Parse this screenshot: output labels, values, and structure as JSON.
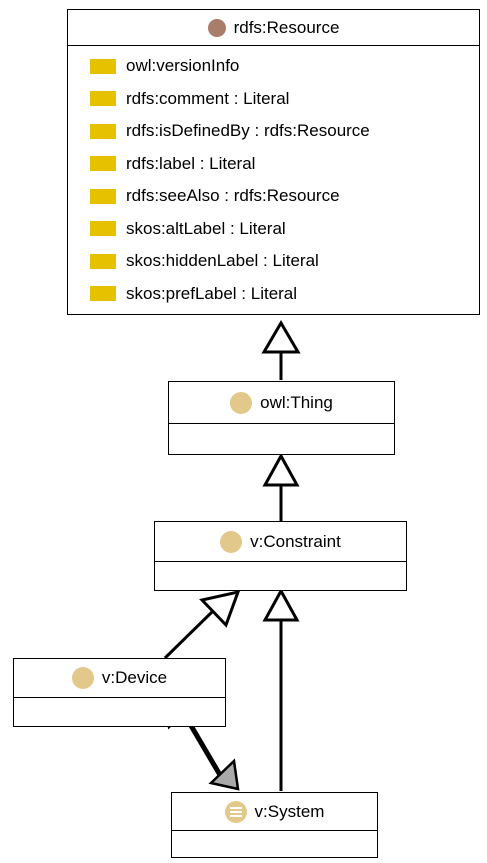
{
  "colors": {
    "resource_dot": "#a87e6a",
    "class_dot": "#e2c88a",
    "attribute_swatch": "#e5c100",
    "arrow_fill_hollow": "#ffffff",
    "arrow_fill_gray": "#a9a9a9"
  },
  "classes": {
    "resource": {
      "label": "rdfs:Resource",
      "icon": "circle-icon",
      "attributes": [
        "owl:versionInfo",
        "rdfs:comment : Literal",
        "rdfs:isDefinedBy : rdfs:Resource",
        "rdfs:label : Literal",
        "rdfs:seeAlso : rdfs:Resource",
        "skos:altLabel : Literal",
        "skos:hiddenLabel : Literal",
        "skos:prefLabel : Literal"
      ]
    },
    "thing": {
      "label": "owl:Thing",
      "icon": "circle-icon"
    },
    "constraint": {
      "label": "v:Constraint",
      "icon": "circle-icon"
    },
    "device": {
      "label": "v:Device",
      "icon": "circle-icon"
    },
    "system": {
      "label": "v:System",
      "icon": "equivalent-class-icon"
    }
  },
  "relations": [
    {
      "from": "owl:Thing",
      "to": "rdfs:Resource",
      "kind": "subclass"
    },
    {
      "from": "v:Constraint",
      "to": "owl:Thing",
      "kind": "subclass"
    },
    {
      "from": "v:Device",
      "to": "v:Constraint",
      "kind": "subclass"
    },
    {
      "from": "v:System",
      "to": "v:Constraint",
      "kind": "subclass"
    },
    {
      "from": "v:System",
      "to": "v:Device",
      "kind": "bidirectional-association"
    }
  ]
}
